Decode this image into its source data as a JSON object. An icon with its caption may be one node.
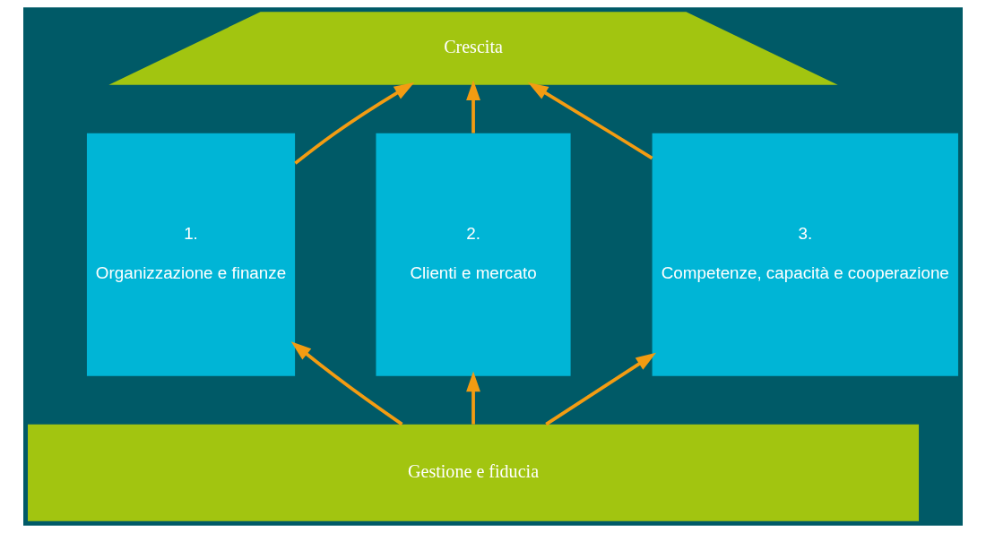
{
  "diagram": {
    "nodes": [
      {
        "text": [
          "Crescita"
        ]
      },
      {
        "text": [
          "1.",
          "Organizzazione e finanze"
        ]
      },
      {
        "text": [
          "2.",
          "Clienti e mercato"
        ]
      },
      {
        "text": [
          "3.",
          "Competenze, capacità e cooperazione"
        ]
      },
      {
        "text": [
          "Gestione e fiducia"
        ]
      }
    ],
    "edges": [
      {
        "from": 4,
        "to": 1,
        "arrow": "to"
      },
      {
        "from": 4,
        "to": 2,
        "arrow": "to"
      },
      {
        "from": 4,
        "to": 3,
        "arrow": "to"
      },
      {
        "from": 1,
        "to": 0,
        "arrow": "to"
      },
      {
        "from": 2,
        "to": 0,
        "arrow": "to"
      },
      {
        "from": 3,
        "to": 0,
        "arrow": "to"
      }
    ]
  }
}
